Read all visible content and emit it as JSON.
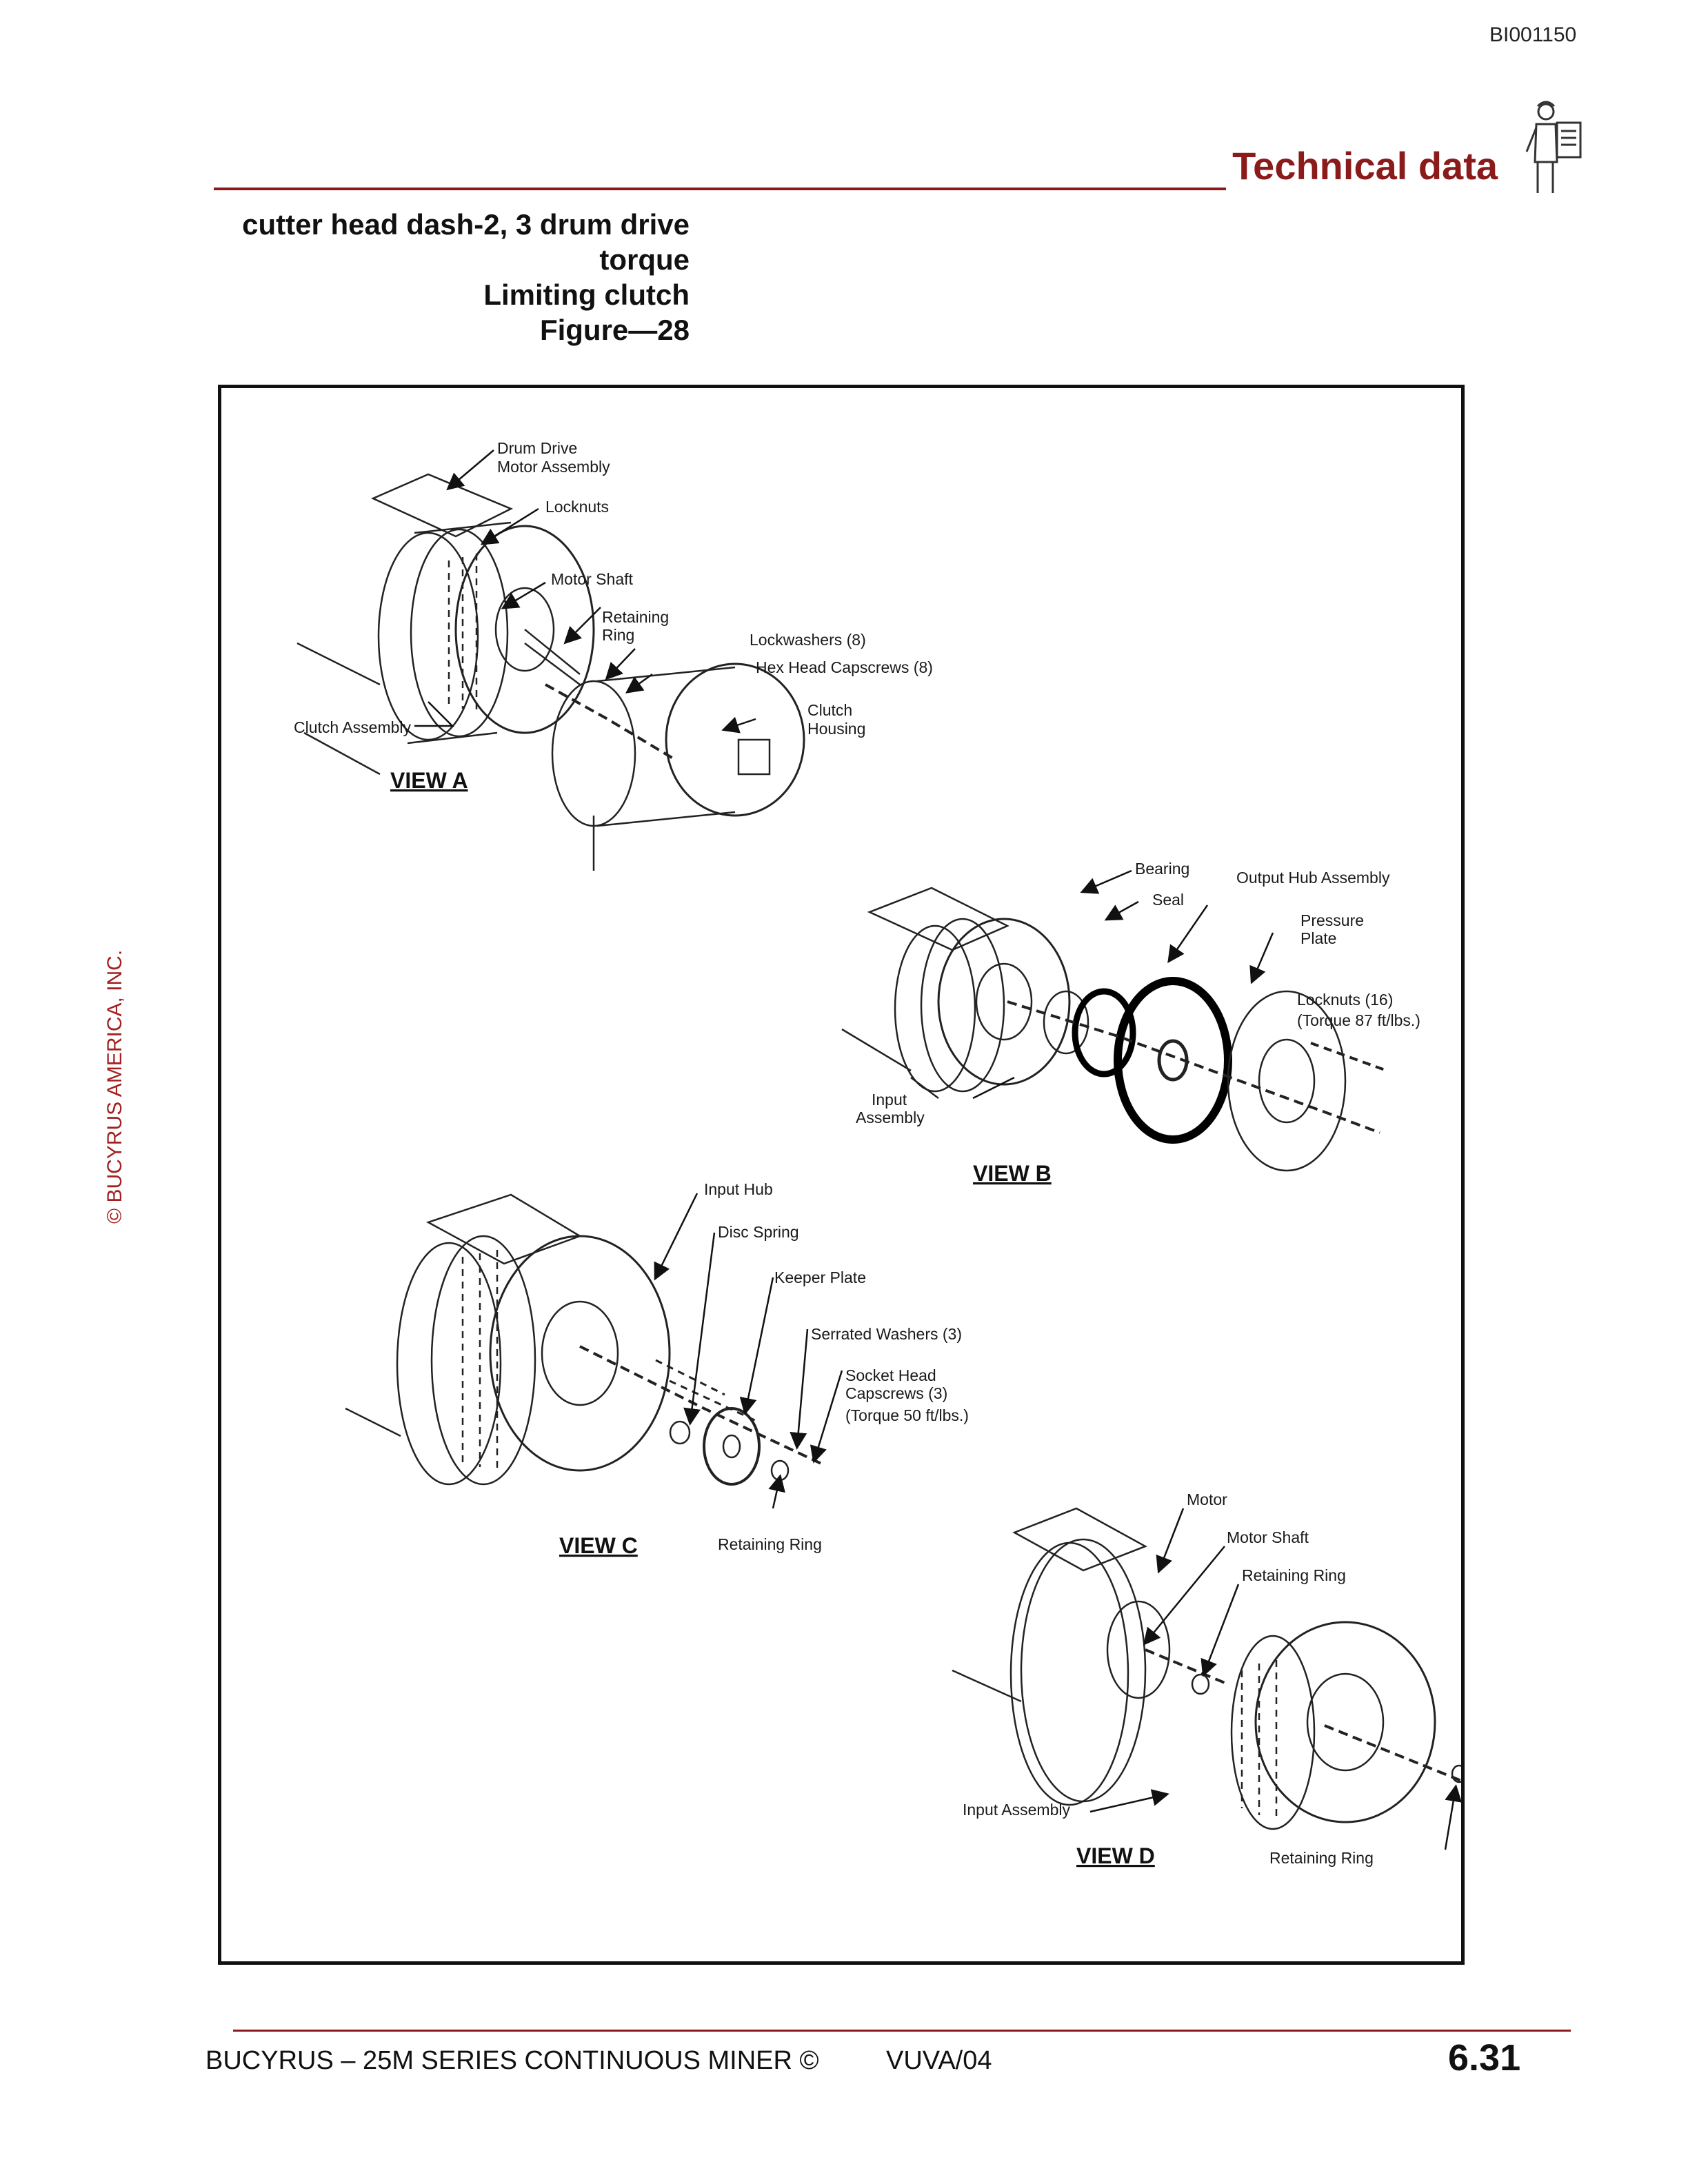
{
  "header": {
    "doc_id": "BI001150",
    "section_title": "Technical data",
    "icon": "technician-clipboard-icon"
  },
  "caption": {
    "line1": "cutter head dash-2, 3 drum drive",
    "line2": "torque",
    "line3": "Limiting clutch",
    "line4": "Figure—28"
  },
  "copyright": "© BUCYRUS AMERICA, INC.",
  "figure": {
    "view_a": {
      "title": "VIEW A",
      "labels": {
        "drum_drive_1": "Drum Drive",
        "drum_drive_2": "Motor Assembly",
        "locknuts": "Locknuts",
        "motor_shaft": "Motor Shaft",
        "retaining_ring_1": "Retaining",
        "retaining_ring_2": "Ring",
        "lockwashers": "Lockwashers (8)",
        "hex_capscrews": "Hex Head Capscrews (8)",
        "clutch_housing_1": "Clutch",
        "clutch_housing_2": "Housing",
        "clutch_assembly": "Clutch Assembly"
      }
    },
    "view_b": {
      "title": "VIEW B",
      "labels": {
        "bearing": "Bearing",
        "seal": "Seal",
        "output_hub": "Output Hub Assembly",
        "pressure_plate_1": "Pressure",
        "pressure_plate_2": "Plate",
        "locknuts_1": "Locknuts (16)",
        "locknuts_2": "(Torque 87 ft/lbs.)",
        "input_assembly_1": "Input",
        "input_assembly_2": "Assembly"
      }
    },
    "view_c": {
      "title": "VIEW C",
      "labels": {
        "input_hub": "Input Hub",
        "disc_spring": "Disc Spring",
        "keeper_plate": "Keeper Plate",
        "serrated_washers": "Serrated Washers (3)",
        "socket_head_1": "Socket Head",
        "socket_head_2": "Capscrews (3)",
        "socket_head_3": "(Torque 50 ft/lbs.)",
        "retaining_ring": "Retaining Ring"
      }
    },
    "view_d": {
      "title": "VIEW D",
      "labels": {
        "motor": "Motor",
        "motor_shaft": "Motor Shaft",
        "retaining_ring_top": "Retaining Ring",
        "input_assembly": "Input Assembly",
        "retaining_ring_bottom": "Retaining Ring"
      }
    }
  },
  "footer": {
    "left": "BUCYRUS – 25M SERIES CONTINUOUS MINER ©",
    "code": "VUVA/04",
    "page_number": "6.31"
  }
}
